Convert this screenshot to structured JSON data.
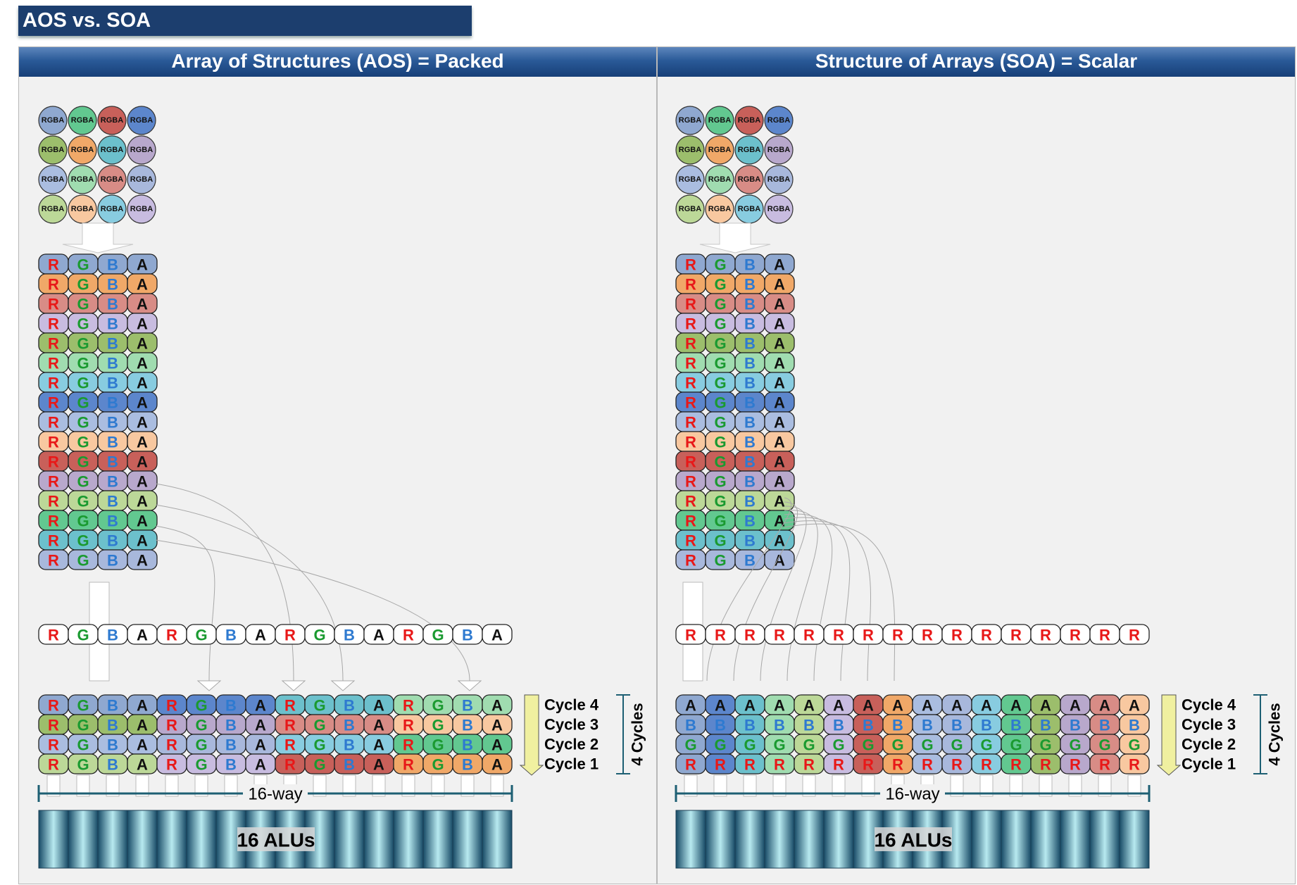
{
  "title": "AOS vs. SOA",
  "panels": {
    "aos": {
      "header": "Array of Structures (AOS) = Packed"
    },
    "soa": {
      "header": "Structure of Arrays (SOA) = Scalar"
    }
  },
  "pixel_label": "RGBA",
  "channels": [
    "R",
    "G",
    "B",
    "A"
  ],
  "cycles": [
    "Cycle 4",
    "Cycle 3",
    "Cycle 2",
    "Cycle 1"
  ],
  "cycles_total": "4 Cycles",
  "width_label": "16-way",
  "alu_label": "16 ALUs",
  "colors": {
    "pixel_fills": [
      "#8fa8d0",
      "#62c890",
      "#c8605a",
      "#5c86cc",
      "#9cbe6c",
      "#f0a868",
      "#6cc0cc",
      "#b8a8cc",
      "#aabde0",
      "#a0dcb0",
      "#d88c86",
      "#a8b8dc",
      "#bcd898",
      "#f8c8a0",
      "#88cce0",
      "#c8bce0"
    ],
    "red": "#e81818",
    "green": "#1a9a30",
    "blue": "#2e7ad0",
    "alpha": "#111111",
    "header_dark": "#1c3e6e"
  }
}
